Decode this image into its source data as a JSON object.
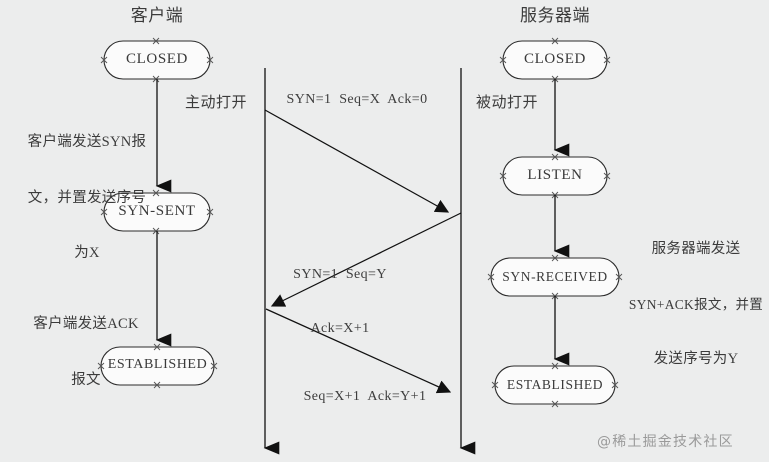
{
  "diagram": {
    "title_client": "客户端",
    "title_server": "服务器端",
    "watermark": "@稀土掘金技术社区",
    "background_color": "#eceded",
    "stroke_color": "#2b2b2b",
    "text_color": "#3a3a3a"
  },
  "client": {
    "states": [
      {
        "label": "CLOSED"
      },
      {
        "label": "SYN-SENT"
      },
      {
        "label": "ESTABLISHED"
      }
    ],
    "notes": [
      {
        "lines": [
          "客户端发送SYN报",
          "文，并置发送序号",
          "为X"
        ]
      },
      {
        "lines": [
          "客户端发送ACK",
          "报文"
        ]
      }
    ],
    "open_label": "主动打开"
  },
  "server": {
    "states": [
      {
        "label": "CLOSED"
      },
      {
        "label": "LISTEN"
      },
      {
        "label": "SYN-RECEIVED"
      },
      {
        "label": "ESTABLISHED"
      }
    ],
    "notes": [
      {
        "lines": [
          "服务器端发送",
          "SYN+ACK报文，并置",
          "发送序号为Y"
        ]
      }
    ],
    "open_label": "被动打开"
  },
  "messages": [
    {
      "direction": "client-to-server",
      "lines": [
        "SYN=1  Seq=X  Ack=0"
      ]
    },
    {
      "direction": "server-to-client",
      "lines": [
        "SYN=1  Seq=Y",
        "Ack=X+1"
      ]
    },
    {
      "direction": "client-to-server",
      "lines": [
        "Seq=X+1  Ack=Y+1"
      ]
    }
  ]
}
